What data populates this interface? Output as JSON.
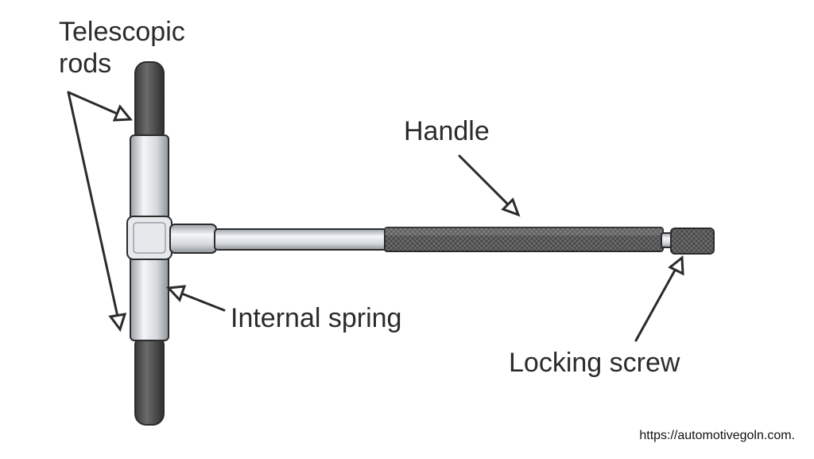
{
  "labels": {
    "telescopic_rods_line1": "Telescopic",
    "telescopic_rods_line2": "rods",
    "handle": "Handle",
    "internal_spring": "Internal spring",
    "locking_screw": "Locking screw"
  },
  "source_url": "https://automotivegoln.com.",
  "colors": {
    "outline": "#2b2b2b",
    "metal_light": "#e3e6e9",
    "metal_mid": "#b9bec3",
    "knurl_dark": "#4a4a4a"
  }
}
